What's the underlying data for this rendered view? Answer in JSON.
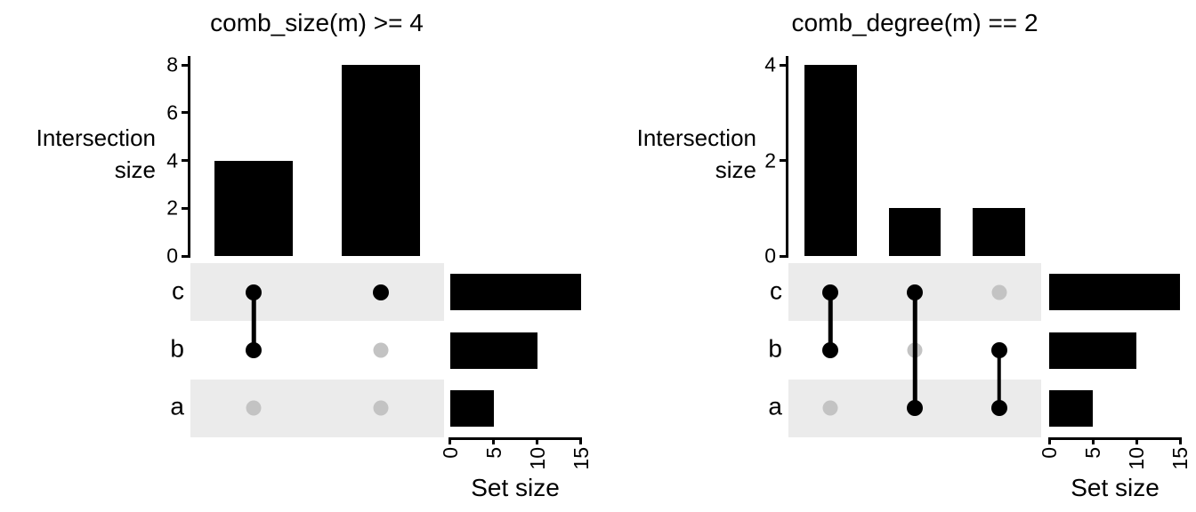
{
  "colors": {
    "bar": "#000000",
    "active_dot": "#000000",
    "inactive_dot": "#C3C3C3",
    "stripe": "#EBEBEB",
    "axis": "#000000",
    "background": "#FFFFFF"
  },
  "chart_data": [
    {
      "type": "upset",
      "title": "comb_size(m) >= 4",
      "ylabel_lines": [
        "Intersection",
        "size"
      ],
      "set_size_label": "Set size",
      "sets": [
        "c",
        "b",
        "a"
      ],
      "set_sizes": [
        15,
        10,
        5
      ],
      "combinations": [
        {
          "members": [
            "c",
            "b"
          ],
          "size": 4
        },
        {
          "members": [
            "c"
          ],
          "size": 8
        }
      ],
      "intersection_axis": {
        "ticks": [
          0,
          2,
          4,
          6,
          8
        ],
        "max": 8
      },
      "set_size_axis": {
        "ticks": [
          0,
          5,
          10,
          15
        ],
        "max": 15
      }
    },
    {
      "type": "upset",
      "title": "comb_degree(m) == 2",
      "ylabel_lines": [
        "Intersection",
        "size"
      ],
      "set_size_label": "Set size",
      "sets": [
        "c",
        "b",
        "a"
      ],
      "set_sizes": [
        15,
        10,
        5
      ],
      "combinations": [
        {
          "members": [
            "c",
            "b"
          ],
          "size": 4
        },
        {
          "members": [
            "c",
            "a"
          ],
          "size": 1
        },
        {
          "members": [
            "b",
            "a"
          ],
          "size": 1
        }
      ],
      "intersection_axis": {
        "ticks": [
          0,
          2,
          4
        ],
        "max": 4
      },
      "set_size_axis": {
        "ticks": [
          0,
          5,
          10,
          15
        ],
        "max": 15
      }
    }
  ]
}
